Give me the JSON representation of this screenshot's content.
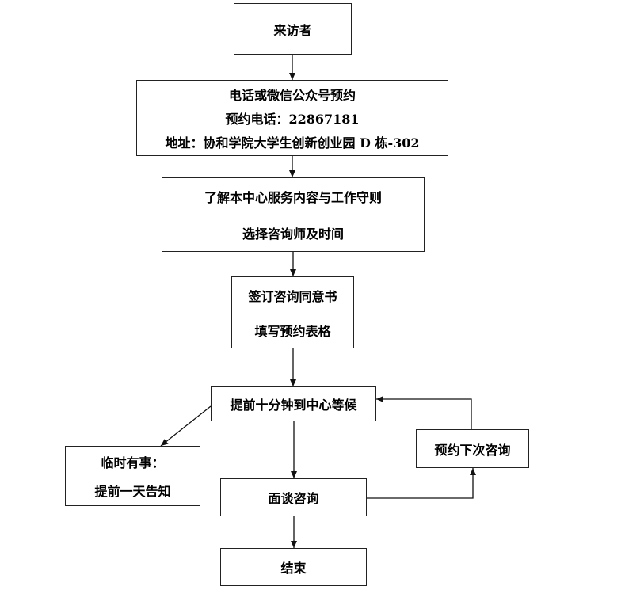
{
  "nodes": {
    "visitor": {
      "lines": [
        "来访者"
      ]
    },
    "booking": {
      "lines": [
        "电话或微信公众号预约",
        "预约电话：22867181",
        "地址：协和学院大学生创新创业园 D 栋-302"
      ]
    },
    "learn": {
      "lines": [
        "了解本中心服务内容与工作守则",
        "选择咨询师及时间"
      ]
    },
    "sign": {
      "lines": [
        "签订咨询同意书",
        "填写预约表格"
      ]
    },
    "arrive": {
      "lines": [
        "提前十分钟到中心等候"
      ]
    },
    "notice": {
      "lines": [
        "临时有事：",
        "提前一天告知"
      ]
    },
    "next": {
      "lines": [
        "预约下次咨询"
      ]
    },
    "consult": {
      "lines": [
        "面谈咨询"
      ]
    },
    "end": {
      "lines": [
        "结束"
      ]
    }
  },
  "edges": [
    {
      "from": "visitor",
      "to": "booking"
    },
    {
      "from": "booking",
      "to": "learn"
    },
    {
      "from": "learn",
      "to": "sign"
    },
    {
      "from": "sign",
      "to": "arrive"
    },
    {
      "from": "arrive",
      "to": "notice"
    },
    {
      "from": "arrive",
      "to": "consult"
    },
    {
      "from": "consult",
      "to": "next"
    },
    {
      "from": "next",
      "to": "arrive"
    },
    {
      "from": "consult",
      "to": "end"
    }
  ]
}
